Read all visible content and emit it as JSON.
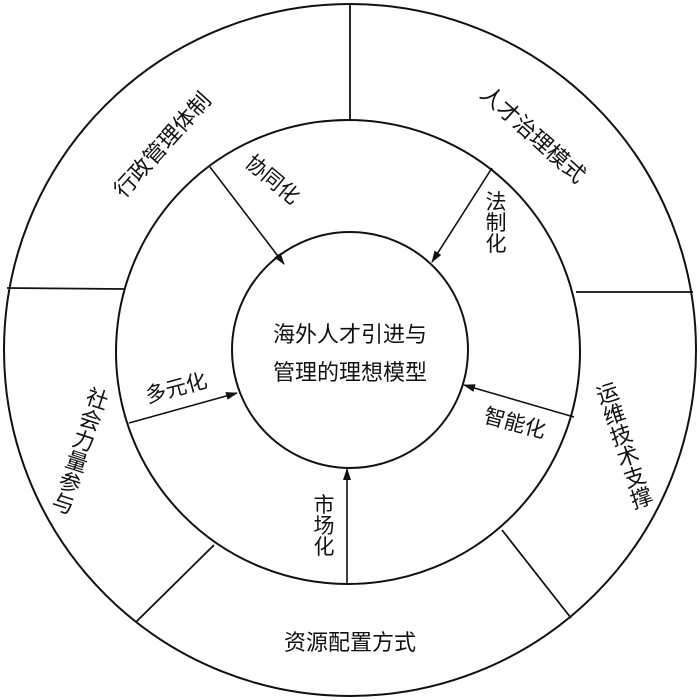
{
  "center": {
    "line1": "海外人才引进与",
    "line2": "管理的理想模型"
  },
  "outer_ring": {
    "top_left": "行政管理体制",
    "top_right": "人才治理模式",
    "right": "运维技术支撑",
    "bottom": "资源配置方式",
    "left": "社会力量参与"
  },
  "arrows": {
    "top_left": "协同化",
    "top_right": "法制化",
    "right": "智能化",
    "bottom": "市场化",
    "left": "多元化"
  }
}
